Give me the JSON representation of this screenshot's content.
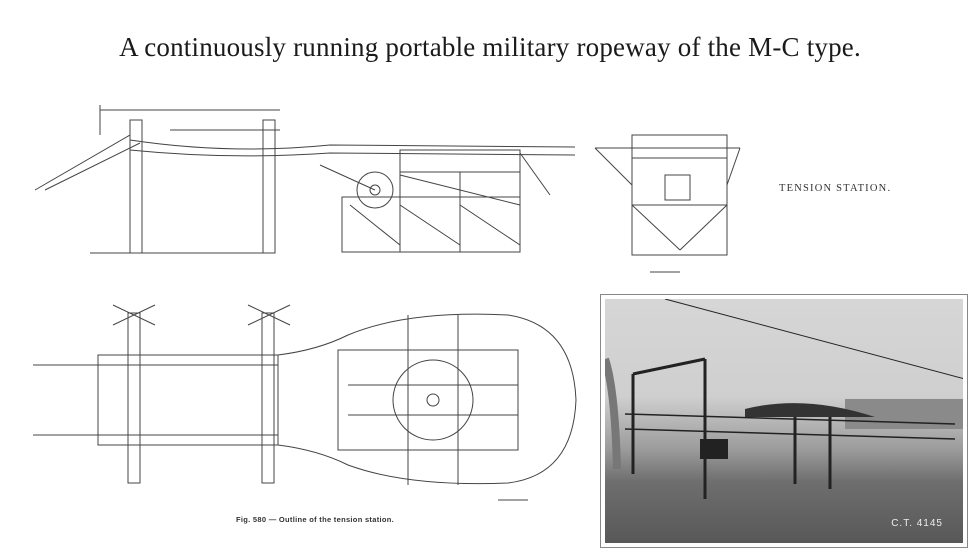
{
  "page": {
    "title": "A continuously running portable military ropeway of the M-C type.",
    "side_label": "TENSION STATION.",
    "caption": "Fig. 580 — Outline of the tension station.",
    "photo_code": "C.T. 4145"
  },
  "figures": [
    {
      "name": "side-elevation"
    },
    {
      "name": "end-elevation"
    },
    {
      "name": "plan-view"
    },
    {
      "name": "photograph"
    }
  ]
}
